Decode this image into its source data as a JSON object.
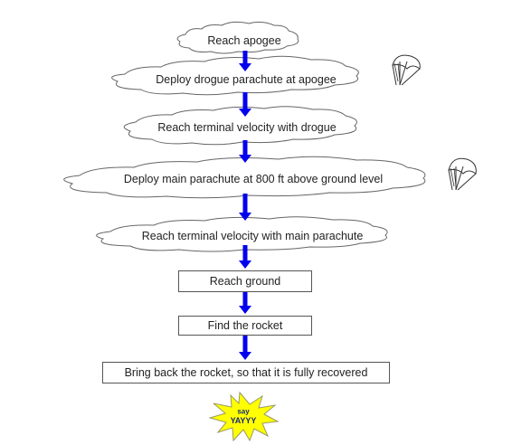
{
  "flowchart": {
    "steps": [
      {
        "text": "Reach apogee",
        "shape": "cloud"
      },
      {
        "text": "Deploy drogue parachute at apogee",
        "shape": "cloud",
        "icon": "parachute-icon"
      },
      {
        "text": "Reach terminal velocity with drogue",
        "shape": "cloud"
      },
      {
        "text": "Deploy main parachute at 800 ft above ground level",
        "shape": "cloud",
        "icon": "parachute-icon"
      },
      {
        "text": "Reach terminal velocity with main parachute",
        "shape": "cloud"
      },
      {
        "text": "Reach ground",
        "shape": "box"
      },
      {
        "text": "Find the rocket",
        "shape": "box"
      },
      {
        "text": "Bring back the rocket, so that it is fully recovered",
        "shape": "box"
      }
    ],
    "burst": {
      "line1": "say",
      "line2": "YAYYY"
    },
    "colors": {
      "arrow": "#0000ee",
      "cloud_stroke": "#666666",
      "burst_fill": "#ffff00",
      "burst_stroke": "#999966"
    }
  }
}
